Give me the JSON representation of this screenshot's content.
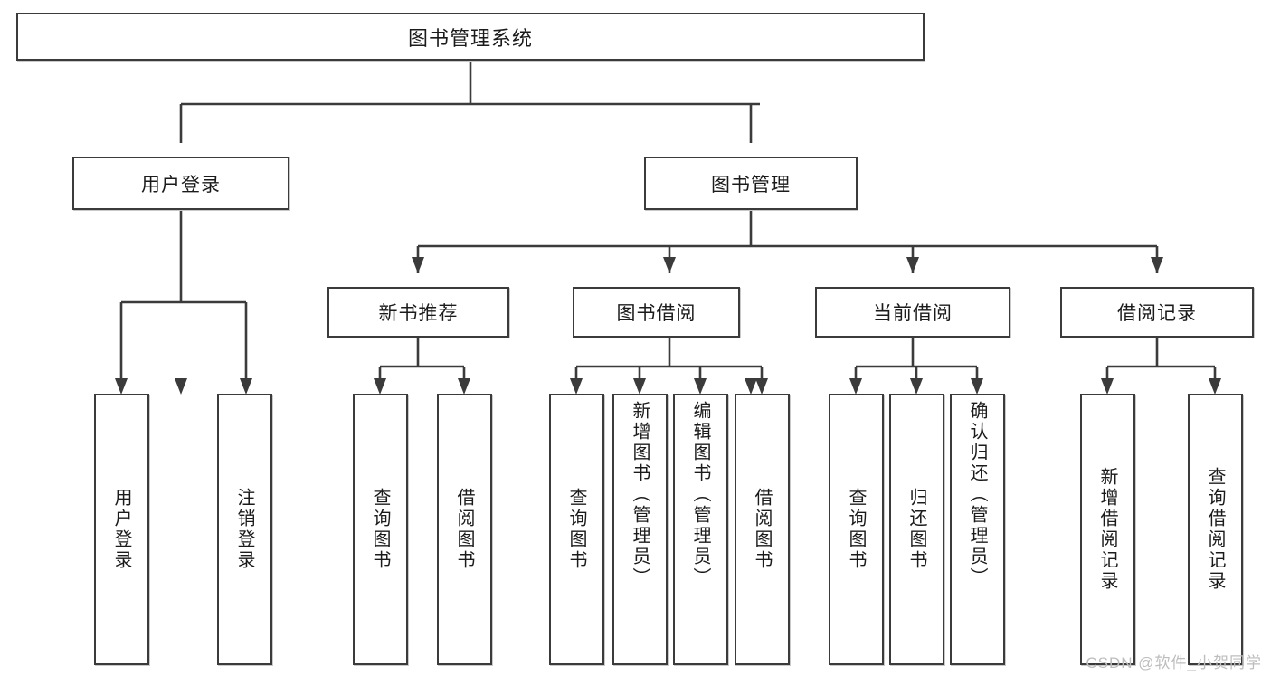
{
  "diagram": {
    "title": "图书管理系统",
    "root": {
      "label": "图书管理系统"
    },
    "level2": [
      {
        "label": "用户登录"
      },
      {
        "label": "图书管理"
      }
    ],
    "level3": [
      {
        "label": "新书推荐"
      },
      {
        "label": "图书借阅"
      },
      {
        "label": "当前借阅"
      },
      {
        "label": "借阅记录"
      }
    ],
    "leaves": {
      "user_login": [
        {
          "label": "用户登录"
        },
        {
          "label": "注销登录"
        }
      ],
      "new_book_recommend": [
        {
          "label": "查询图书"
        },
        {
          "label": "借阅图书"
        }
      ],
      "book_borrow": [
        {
          "label": "查询图书"
        },
        {
          "label": "新增图书（管理员）"
        },
        {
          "label": "编辑图书（管理员）"
        },
        {
          "label": "借阅图书"
        }
      ],
      "current_borrow": [
        {
          "label": "查询图书"
        },
        {
          "label": "归还图书"
        },
        {
          "label": "确认归还（管理员）"
        }
      ],
      "borrow_record": [
        {
          "label": "新增借阅记录"
        },
        {
          "label": "查询借阅记录"
        }
      ]
    },
    "watermark": "CSDN @软件_小贺同学",
    "colors": {
      "border": "#3b3b3b",
      "background": "#ffffff",
      "text": "#1b1b1b",
      "watermark": "#bdbdbd"
    }
  }
}
